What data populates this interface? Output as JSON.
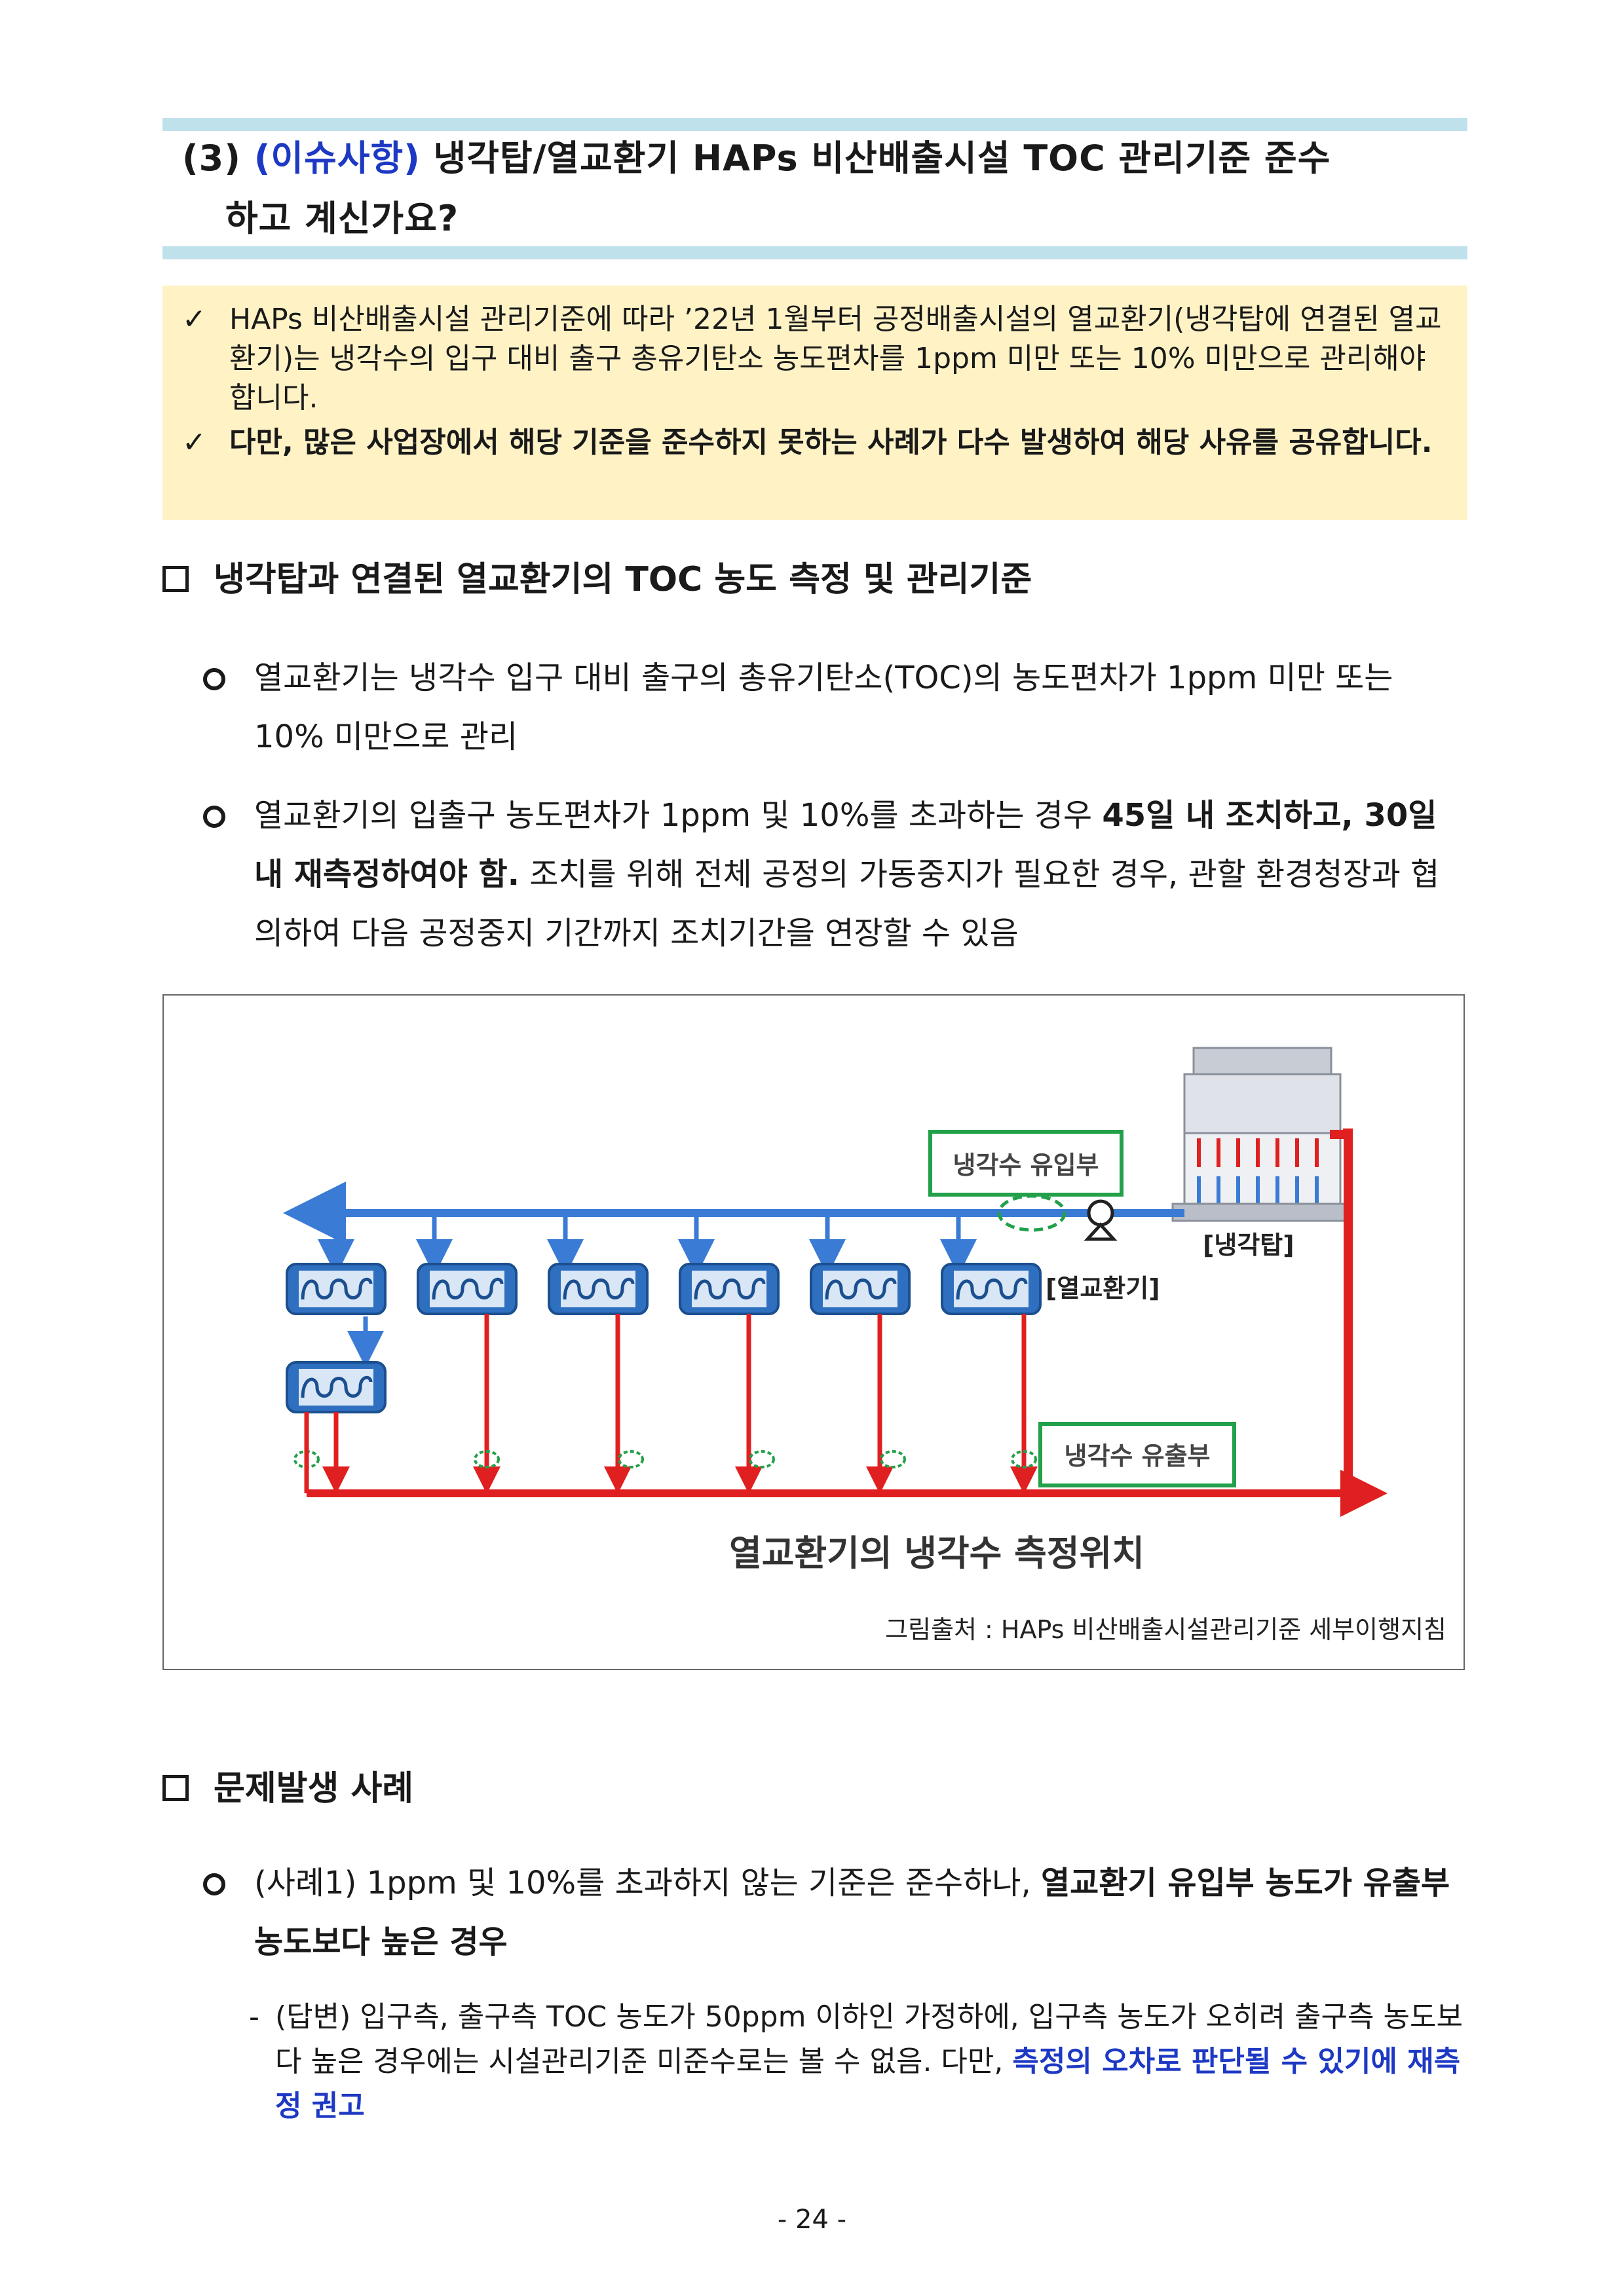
{
  "title": {
    "num": "(3) ",
    "issue": "(이슈사항)",
    "rest": " 냉각탑/열교환기 HAPs 비산배출시설 TOC 관리기준 준수",
    "line2": "하고 계신가요?"
  },
  "summary": {
    "items": [
      {
        "mark": "✓",
        "text": "HAPs 비산배출시설 관리기준에 따라 ’22년 1월부터 공정배출시설의 열교환기(냉각탑에 연결된 열교환기)는 냉각수의 입구 대비 출구 총유기탄소 농도편차를 1ppm 미만 또는 10% 미만으로 관리해야 합니다."
      },
      {
        "mark": "✓",
        "text": "다만, 많은 사업장에서 해당 기준을 준수하지 못하는 사례가 다수 발생하여 해당 사유를 공유합니다."
      }
    ]
  },
  "section1": {
    "heading": "냉각탑과 연결된 열교환기의 TOC 농도 측정 및 관리기준",
    "bullet1": "열교환기는 냉각수 입구 대비 출구의 총유기탄소(TOC)의 농도편차가 1ppm 미만 또는 10% 미만으로 관리",
    "bullet2_a": "열교환기의 입출구 농도편차가 1ppm 및 10%를 초과하는 경우 ",
    "bullet2_b": "45일 내 조치하고, 30일 내 재측정하여야 함.",
    "bullet2_c": " 조치를 위해 전체 공정의 가동중지가 필요한 경우, 관할 환경청장과 협의하여 다음 공정중지 기간까지 조치기간을 연장할 수 있음"
  },
  "figure": {
    "label_inlet": "냉각수 유입부",
    "label_outlet": "냉각수 유출부",
    "label_tower": "[냉각탑]",
    "label_hx": "[열교환기]",
    "caption": "열교환기의 냉각수 측정위치",
    "source": "그림출처 : HAPs 비산배출시설관리기준 세부이행지침",
    "colors": {
      "cold": "#3a7bd5",
      "hot": "#e02020",
      "box": "#22a04a"
    }
  },
  "section2": {
    "heading": "문제발생 사례",
    "case1_a": "(사례1) 1ppm 및 10%를 초과하지 않는 기준은 준수하나, ",
    "case1_b": "열교환기 유입부 농도가 유출부 농도보다 높은 경우",
    "answer_dash": "-",
    "answer_a": "(답변) 입구측, 출구측 TOC 농도가 50ppm 이하인 가정하에, 입구측 농도가 오히려 출구측 농도보다 높은 경우에는 시설관리기준 미준수로는 볼 수 없음. 다만, ",
    "answer_b": "측정의 오차로 판단될 수 있기에 재측정 권고"
  },
  "page_number": "- 24 -"
}
